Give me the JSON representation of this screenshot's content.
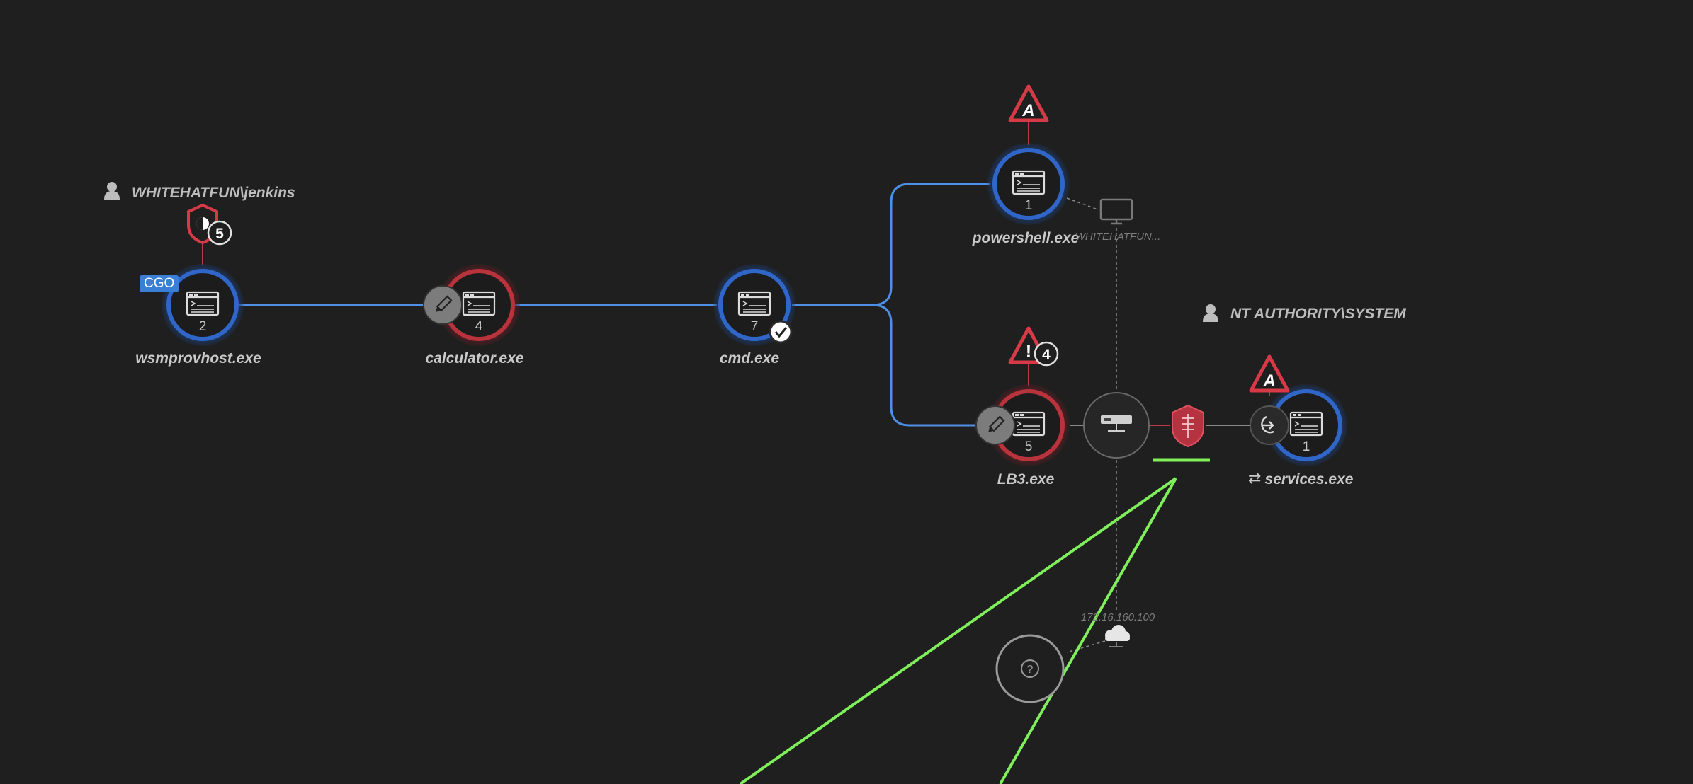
{
  "users": {
    "user1": "WHITEHATFUN\\jenkins",
    "user2": "NT AUTHORITY\\SYSTEM"
  },
  "processes": [
    {
      "name": "wsmprovhost.exe",
      "count": "2",
      "ring": "blue",
      "tag": "CGO"
    },
    {
      "name": "calculator.exe",
      "count": "4",
      "ring": "red"
    },
    {
      "name": "cmd.exe",
      "count": "7",
      "ring": "blue"
    },
    {
      "name": "powershell.exe",
      "count": "1",
      "ring": "blue"
    },
    {
      "name": "LB3.exe",
      "count": "5",
      "ring": "red"
    },
    {
      "name": "services.exe",
      "count": "1",
      "ring": "blue"
    }
  ],
  "badges": {
    "wsmprovhost_shield_count": "5",
    "lb3_alert_count": "4",
    "alert_letter": "A"
  },
  "host": {
    "machine_label": "WHITEHATFUN...",
    "ip_label": "172.16.160.100"
  },
  "colors": {
    "background": "#1f1f1f",
    "edge_blue": "#4f8fe6",
    "ring_blue": "#2f66c8",
    "ring_red": "#b8333c",
    "alert_red": "#d63a46",
    "highlight_green": "#7ff05a"
  },
  "icons": {
    "process": "terminal-window-icon",
    "edit": "pencil-icon",
    "server": "server-icon",
    "firewall": "shield-icon",
    "network": "cloud-icon",
    "unknown": "question-icon",
    "user": "user-icon",
    "monitor": "monitor-icon"
  }
}
